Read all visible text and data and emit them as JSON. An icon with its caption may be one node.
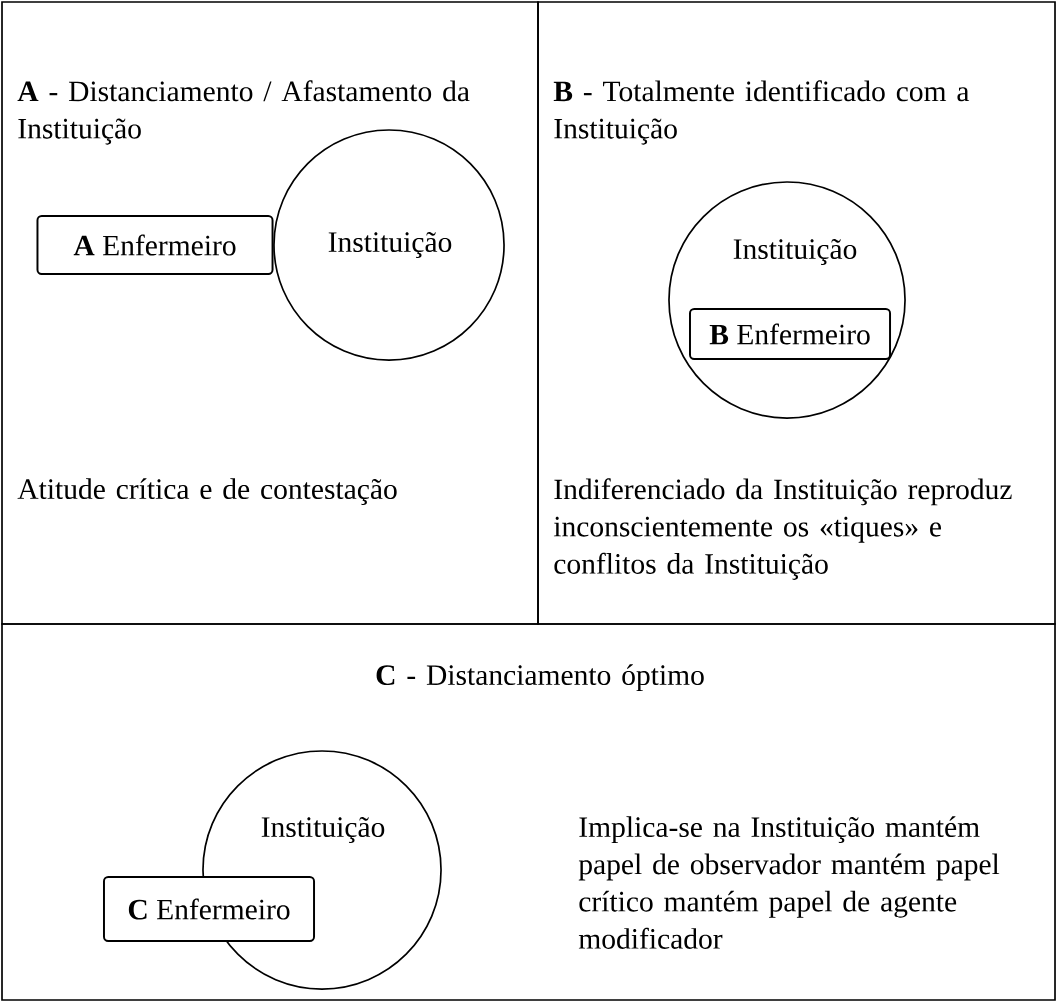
{
  "diagram": {
    "nodes": [
      {
        "text": [
          "**A** - Distanciamento / Afastamento da Instituição",
          "Atitude crítica e de contestação"
        ]
      },
      {
        "text": [
          "Instituição"
        ],
        "in": 0
      },
      {
        "text": [
          "**A** Enfermeiro"
        ],
        "in": 0
      },
      {
        "text": [
          "**B** - Totalmente identificado com a Instituição",
          "Indiferenciado da Instituição reproduz inconscientemente os «tiques» e conflitos da Instituição"
        ]
      },
      {
        "text": [
          "Instituição"
        ],
        "in": 3
      },
      {
        "text": [
          "**B** Enfermeiro"
        ],
        "in": 4
      },
      {
        "text": [
          "**C** - Distanciamento óptimo",
          "Implica-se na Instituição mantém papel de observador mantém papel crítico mantém papel de agente modificador"
        ]
      },
      {
        "text": [
          "Instituição"
        ],
        "in": 6
      },
      {
        "text": [
          "**C** Enfermeiro"
        ],
        "in": 6
      }
    ]
  }
}
